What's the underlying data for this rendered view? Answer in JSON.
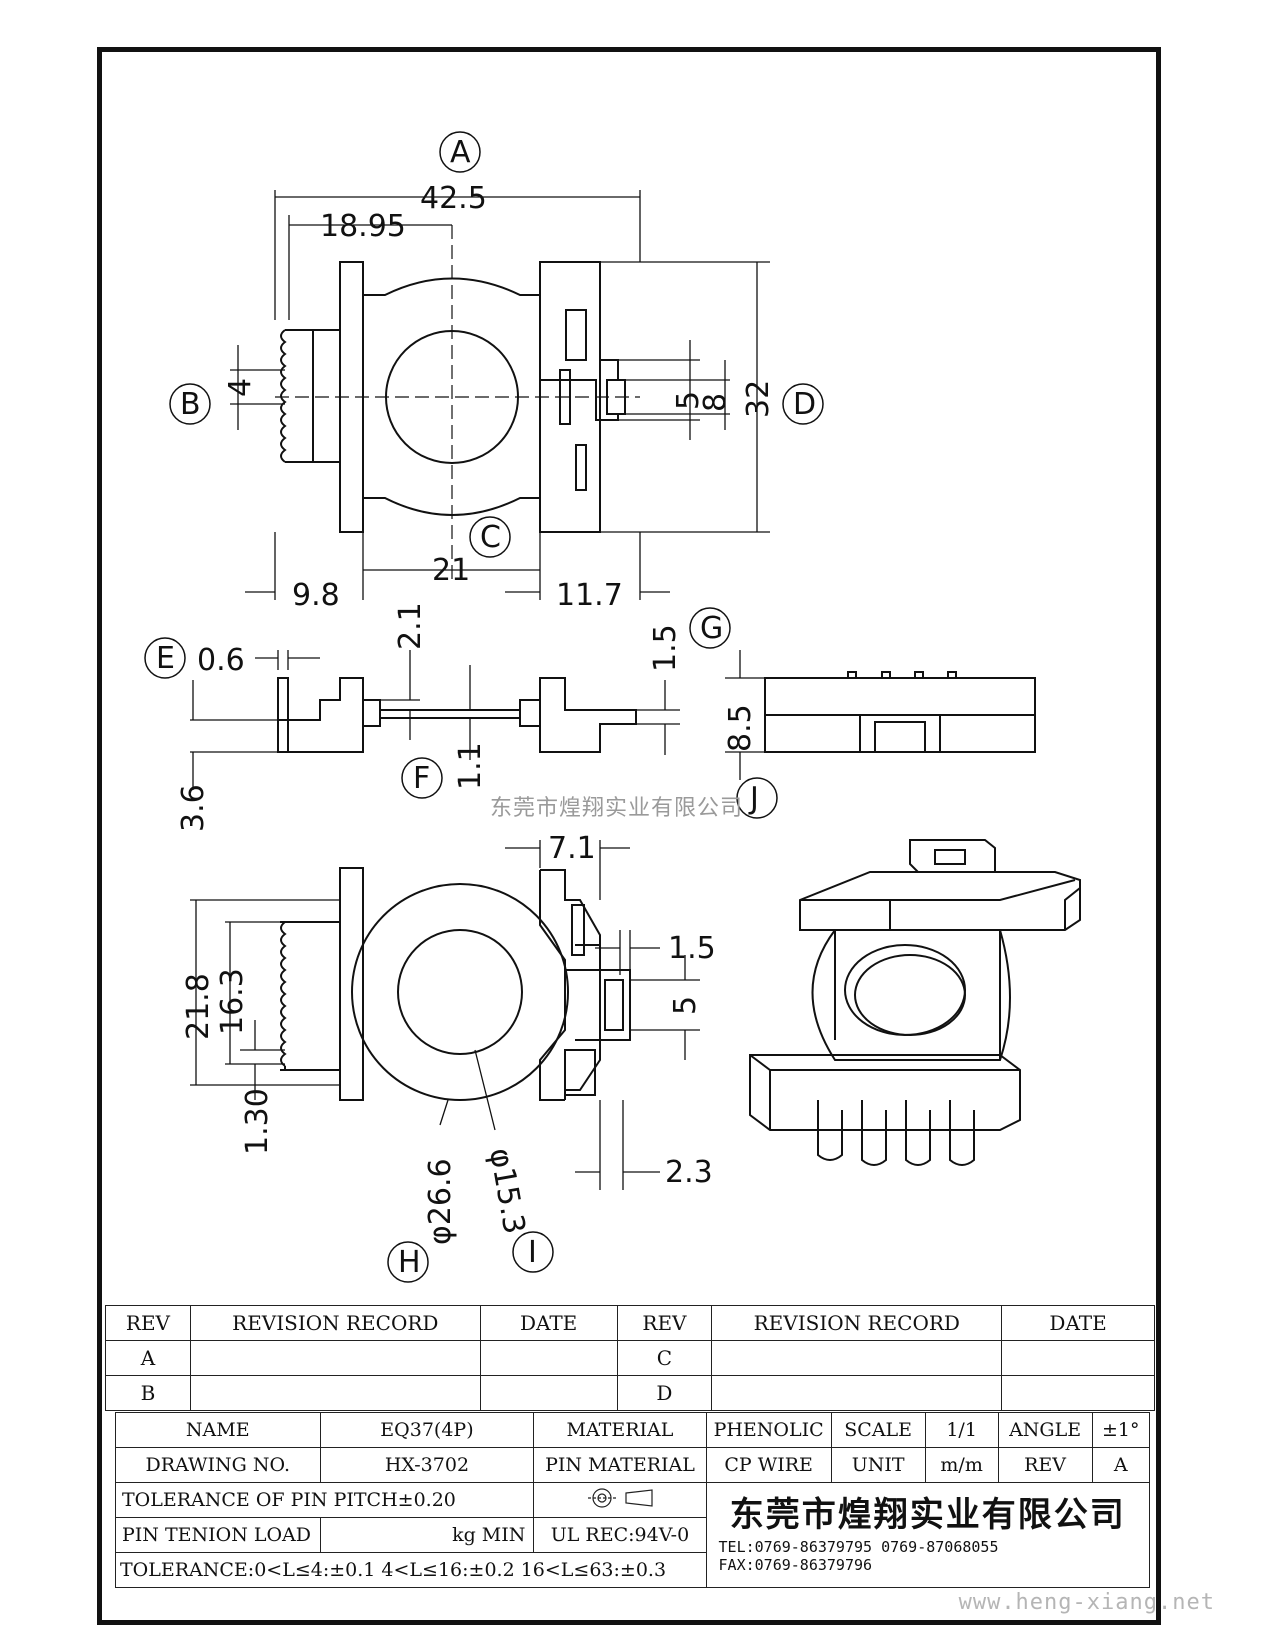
{
  "drawing": {
    "labels": {
      "A": "A",
      "B": "B",
      "C": "C",
      "D": "D",
      "E": "E",
      "F": "F",
      "G": "G",
      "H": "H",
      "I": "I",
      "J": "J"
    },
    "dims": {
      "d42_5": "42.5",
      "d18_95": "18.95",
      "d4": "4",
      "d5": "5",
      "d8": "8",
      "d32": "32",
      "d9_8": "9.8",
      "d21": "21",
      "d11_7": "11.7",
      "d0_6": "0.6",
      "d2_1": "2.1",
      "d1_5a": "1.5",
      "d3_6": "3.6",
      "d1_1": "1.1",
      "d8_5": "8.5",
      "d7_1": "7.1",
      "d1_5b": "1.5",
      "d5b": "5",
      "d21_8": "21.8",
      "d16_3": "16.3",
      "d1_30": "1.30",
      "d26_6": "φ26.6",
      "d15_3": "φ15.3",
      "d2_3": "2.3"
    }
  },
  "watermark": "东莞市煌翔实业有限公司",
  "website": "www.heng-xiang.net",
  "revision_table": {
    "headers": [
      "REV",
      "REVISION RECORD",
      "DATE",
      "REV",
      "REVISION RECORD",
      "DATE"
    ],
    "rows": [
      [
        "A",
        "",
        "",
        "C",
        "",
        ""
      ],
      [
        "B",
        "",
        "",
        "D",
        "",
        ""
      ]
    ]
  },
  "title_block": {
    "name_label": "NAME",
    "name_value": "EQ37(4P)",
    "material_label": "MATERIAL",
    "material_value": "PHENOLIC",
    "scale_label": "SCALE",
    "scale_value": "1/1",
    "angle_label": "ANGLE",
    "angle_value": "±1°",
    "drawing_no_label": "DRAWING NO.",
    "drawing_no_value": "HX-3702",
    "pin_material_label": "PIN MATERIAL",
    "pin_material_value": "CP WIRE",
    "unit_label": "UNIT",
    "unit_value": "m/m",
    "rev_label": "REV",
    "rev_value": "A",
    "tol_pitch": "TOLERANCE OF PIN PITCH±0.20",
    "pin_load_label": "PIN TENION LOAD",
    "pin_load_unit": "kg MIN",
    "ul_rec": "UL REC:94V-0",
    "tolerance": "TOLERANCE:0<L≤4:±0.1  4<L≤16:±0.2  16<L≤63:±0.3",
    "company": "东莞市煌翔实业有限公司",
    "tel": "TEL:0769-86379795   0769-87068055",
    "fax": "FAX:0769-86379796"
  }
}
